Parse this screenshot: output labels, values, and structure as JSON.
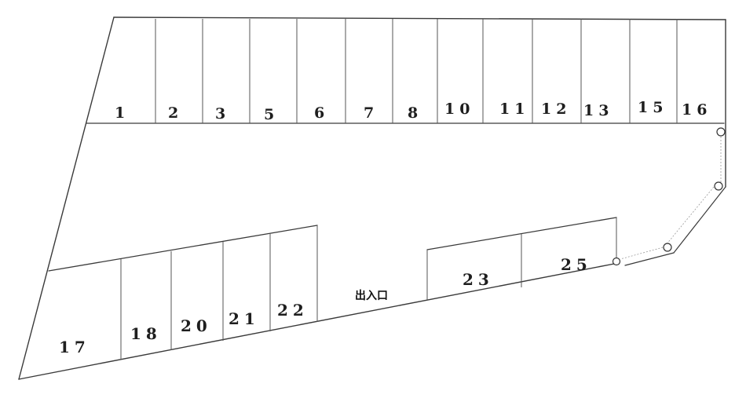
{
  "top_row_labels": [
    "1",
    "2",
    "3",
    "5",
    "6",
    "7",
    "8",
    "10",
    "11",
    "12",
    "13",
    "15",
    "16"
  ],
  "bottom_left_labels": [
    "17",
    "18",
    "20",
    "21",
    "22"
  ],
  "bottom_right_labels": [
    "23",
    "25"
  ],
  "entrance_label": "出入口",
  "colors": {
    "ink": "#2b2b2b",
    "paper": "#ffffff"
  }
}
